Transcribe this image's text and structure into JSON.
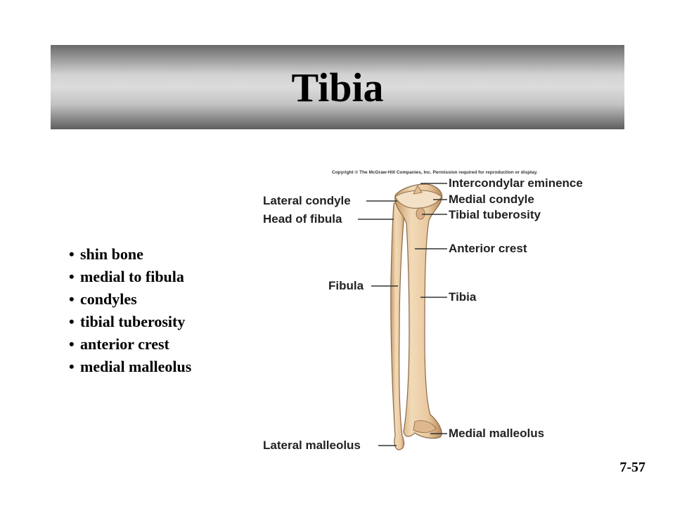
{
  "slide": {
    "title": "Tibia",
    "bullets": [
      "shin bone",
      "medial to fibula",
      "condyles",
      "tibial tuberosity",
      "anterior crest",
      "medial malleolus"
    ],
    "slide_number": "7-57"
  },
  "diagram": {
    "copyright": "Copyright © The McGraw-Hill Companies, Inc. Permission required for reproduction or display.",
    "labels": {
      "lateral_condyle": "Lateral condyle",
      "head_of_fibula": "Head of fibula",
      "fibula": "Fibula",
      "lateral_malleolus": "Lateral malleolus",
      "intercondylar_eminence": "Intercondylar eminence",
      "medial_condyle": "Medial condyle",
      "tibial_tuberosity": "Tibial tuberosity",
      "anterior_crest": "Anterior crest",
      "tibia": "Tibia",
      "medial_malleolus": "Medial malleolus"
    },
    "colors": {
      "bone": "#e9c9a0",
      "bone_shade": "#c79a68",
      "outline": "#8a6a48",
      "leader": "#333333"
    }
  }
}
